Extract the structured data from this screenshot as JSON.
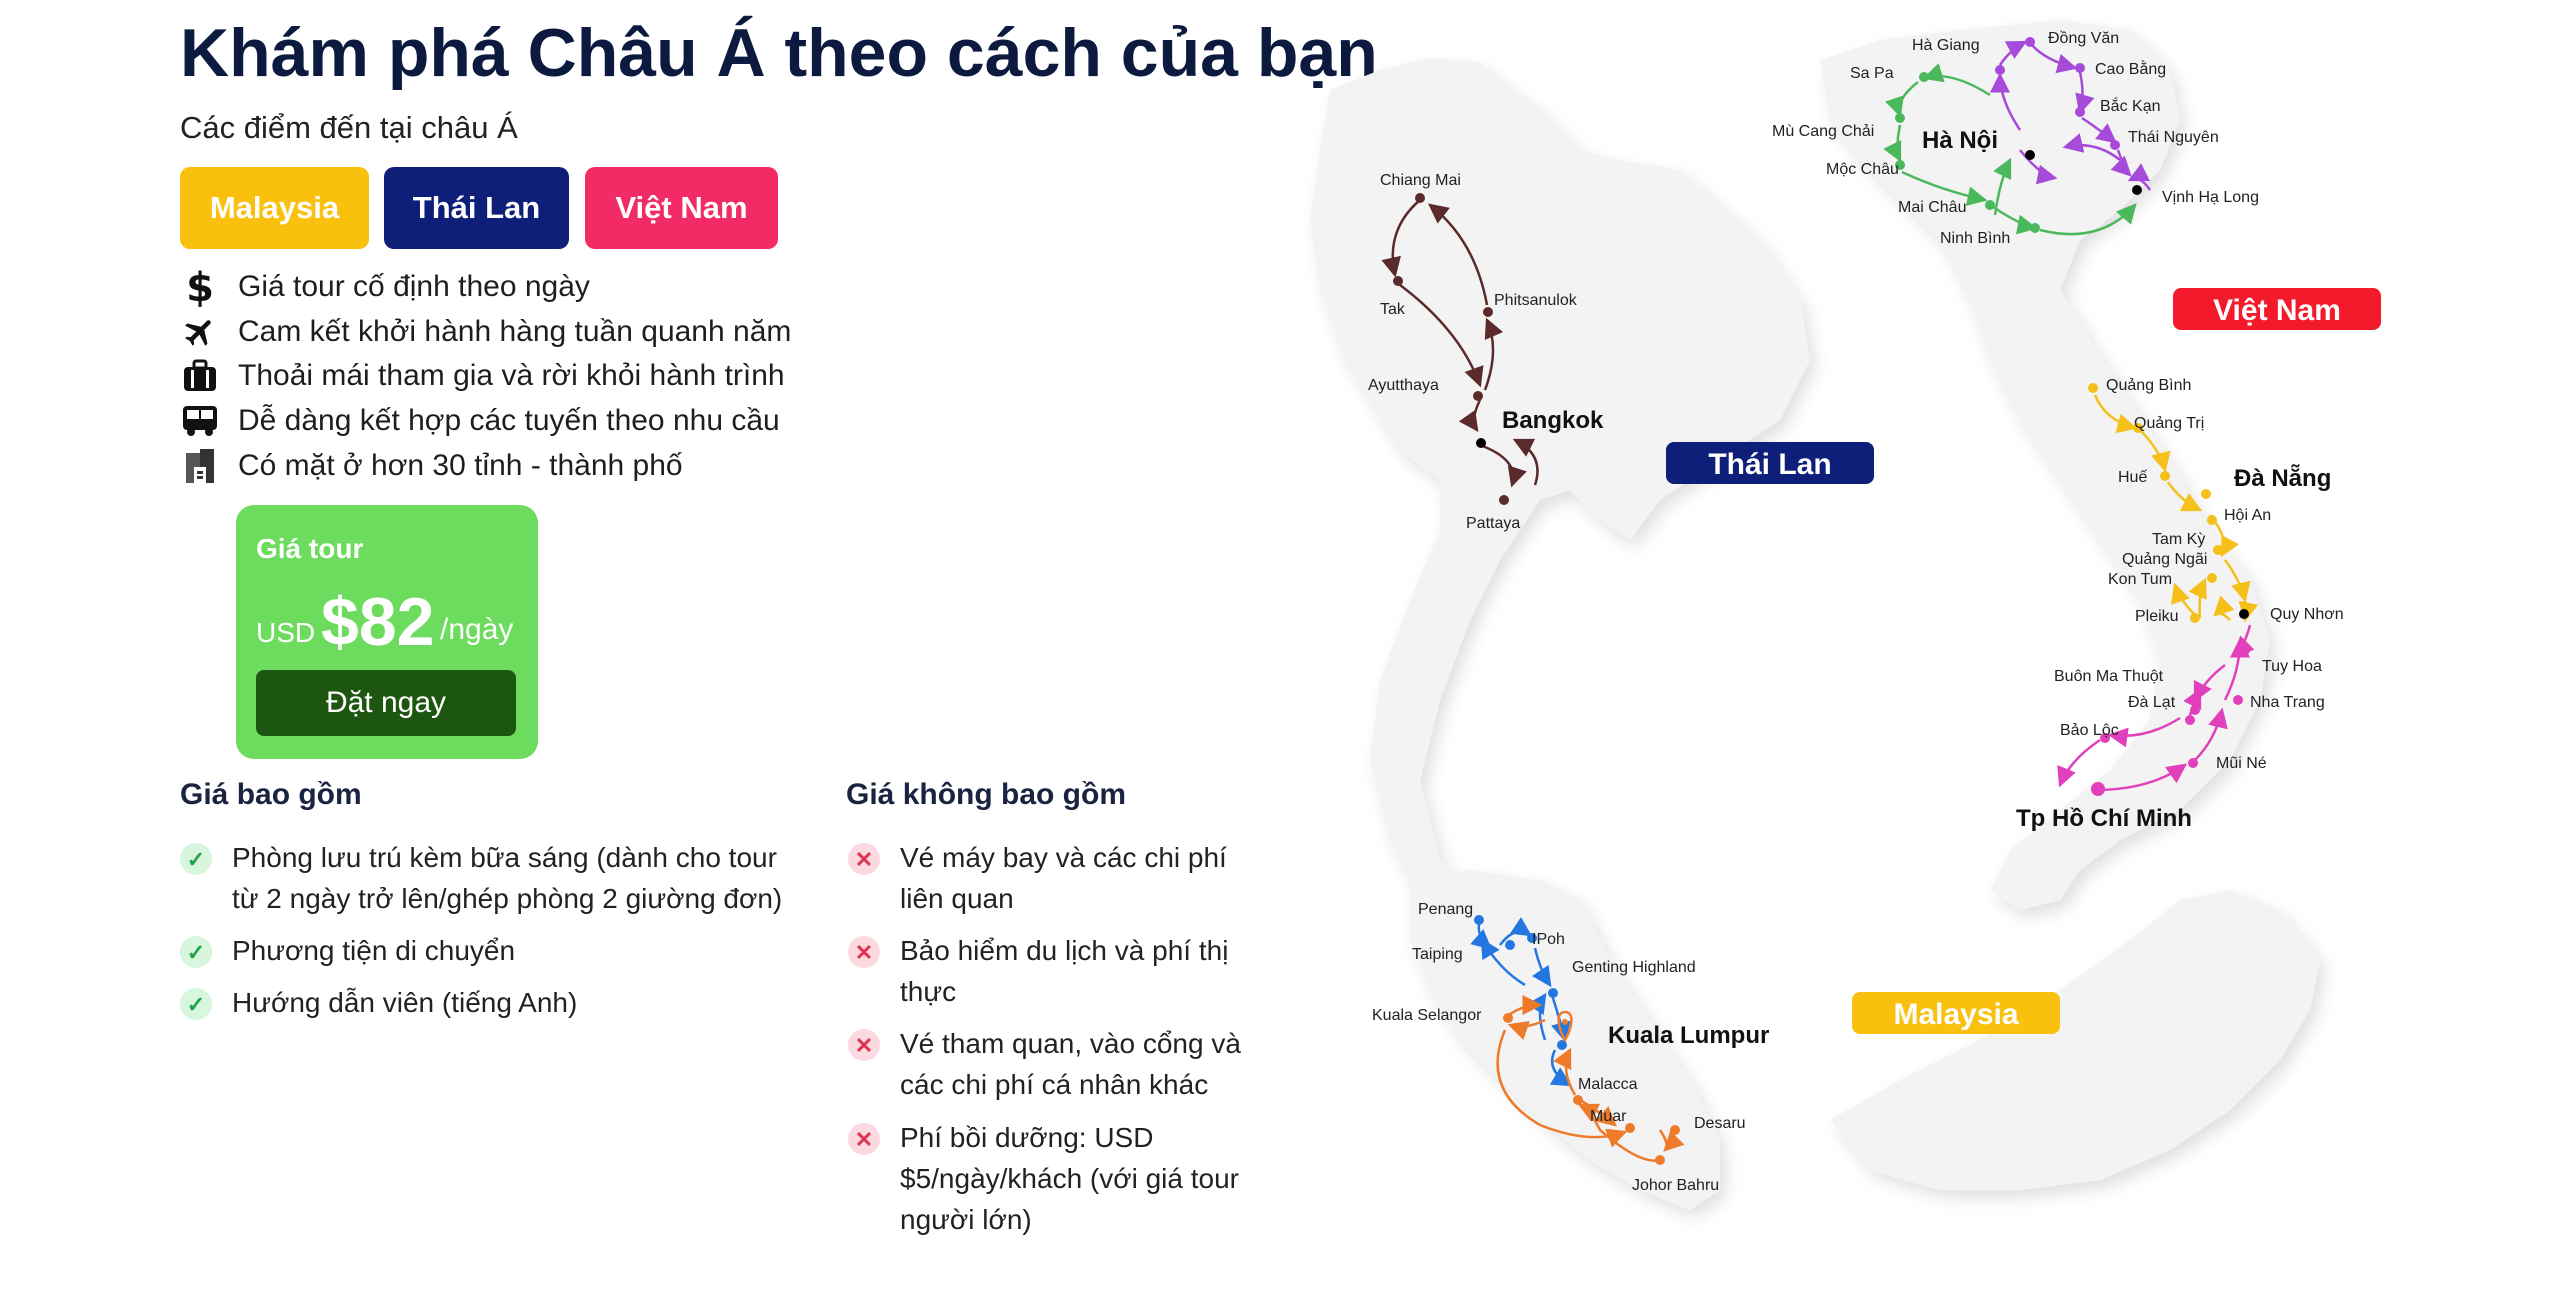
{
  "header": {
    "title": "Khám phá Châu Á theo cách của bạn",
    "subtitle": "Các điểm đến tại châu Á"
  },
  "tabs": [
    {
      "label": "Malaysia",
      "color": "#f9c10d"
    },
    {
      "label": "Thái Lan",
      "color": "#0e1f7a"
    },
    {
      "label": "Việt Nam",
      "color": "#f22a65"
    }
  ],
  "features": [
    {
      "icon": "dollar-icon",
      "text": "Giá tour cố định theo ngày"
    },
    {
      "icon": "airplane-icon",
      "text": "Cam kết khởi hành hàng tuần quanh năm"
    },
    {
      "icon": "luggage-icon",
      "text": "Thoải mái tham gia và rời khỏi hành trình"
    },
    {
      "icon": "bus-icon",
      "text": "Dễ dàng kết hợp các tuyến theo nhu cầu"
    },
    {
      "icon": "building-icon",
      "text": "Có mặt ở hơn 30 tỉnh - thành phố"
    }
  ],
  "price_card": {
    "label": "Giá tour",
    "currency": "USD",
    "amount": "$82",
    "unit": "/ngày",
    "button": "Đặt ngay"
  },
  "included": {
    "title": "Giá bao gồm",
    "items": [
      "Phòng lưu trú kèm bữa sáng (dành cho tour từ 2 ngày trở lên/ghép phòng 2 giường đơn)",
      "Phương tiện di chuyển",
      "Hướng dẫn viên (tiếng Anh)"
    ]
  },
  "excluded": {
    "title": "Giá không bao gồm",
    "items": [
      "Vé máy bay và các chi phí liên quan",
      "Bảo hiểm du lịch và phí thị thực",
      "Vé tham quan, vào cổng và các chi phí cá nhân khác",
      "Phí bồi dưỡng: USD $5/ngày/khách (với giá tour người lớn)"
    ]
  },
  "map": {
    "country_labels": {
      "thailand": "Thái Lan",
      "vietnam": "Việt Nam",
      "malaysia": "Malaysia"
    },
    "hubs": {
      "bangkok": "Bangkok",
      "hanoi": "Hà Nội",
      "danang": "Đà Nẵng",
      "hcm": "Tp Hồ Chí Minh",
      "kl": "Kuala Lumpur"
    },
    "thailand_places": [
      "Chiang Mai",
      "Tak",
      "Phitsanulok",
      "Ayutthaya",
      "Pattaya"
    ],
    "north_vn_places": [
      "Hà Giang",
      "Đồng Văn",
      "Cao Bằng",
      "Sa Pa",
      "Bắc Kạn",
      "Thái Nguyên",
      "Mù Cang Chải",
      "Mộc Châu",
      "Vịnh Hạ Long",
      "Mai Châu",
      "Ninh Bình"
    ],
    "central_vn_places": [
      "Quảng Bình",
      "Quảng Trị",
      "Huế",
      "Hội An",
      "Tam Kỳ",
      "Quảng Ngãi",
      "Kon Tum",
      "Quy Nhơn",
      "Pleiku"
    ],
    "south_vn_places": [
      "Tuy Hoa",
      "Buôn Ma Thuột",
      "Đà Lạt",
      "Nha Trang",
      "Bảo Lộc",
      "Mũi Né"
    ],
    "malaysia_places": [
      "Penang",
      "IPoh",
      "Taiping",
      "Genting Highland",
      "Kuala Selangor",
      "Malacca",
      "Muar",
      "Desaru",
      "Johor Bahru"
    ],
    "route_colors": {
      "thailand": "#5b2a2a",
      "north_green": "#4cb85c",
      "north_purple": "#a64ad9",
      "central": "#f5c01a",
      "south": "#e23fbd",
      "malaysia_blue": "#2277e0",
      "malaysia_orange": "#ee7b2a"
    }
  }
}
